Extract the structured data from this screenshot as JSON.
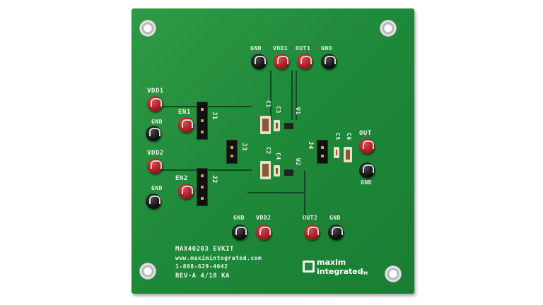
{
  "board": {
    "title": "MAX40203 EVKIT",
    "website": "www.maximintegrated.com",
    "phone": "1-888-629-4642",
    "revision": "REV-A 4/18 KA"
  },
  "logo": {
    "line1": "maxim",
    "line2": "integrated",
    "tm": "TM"
  },
  "labels": {
    "gnd_top_left": "GND",
    "vdd1_top": "VDD1",
    "out1_top": "OUT1",
    "gnd_top_right": "GND",
    "vdd1_left": "VDD1",
    "gnd_left_1": "GND",
    "en1": "EN1",
    "j1": "J1",
    "vdd2_left": "VDD2",
    "gnd_left_2": "GND",
    "en2": "EN2",
    "j2": "J2",
    "j3": "J3",
    "c1": "C1",
    "c3": "C3",
    "u1": "U1",
    "c2": "C2",
    "c4": "C4",
    "u2": "U2",
    "j4": "J4",
    "c5": "C5",
    "c6": "C6",
    "out_right": "OUT",
    "gnd_right": "GND",
    "gnd_bottom_left": "GND",
    "vdd2_bottom": "VDD2",
    "out2_bottom": "OUT2",
    "gnd_bottom_right": "GND"
  },
  "colors": {
    "pcb": "#1f8a3a",
    "silkscreen": "#f1f4ee",
    "red_testpoint": "#a81e25",
    "black_testpoint": "#151515"
  }
}
